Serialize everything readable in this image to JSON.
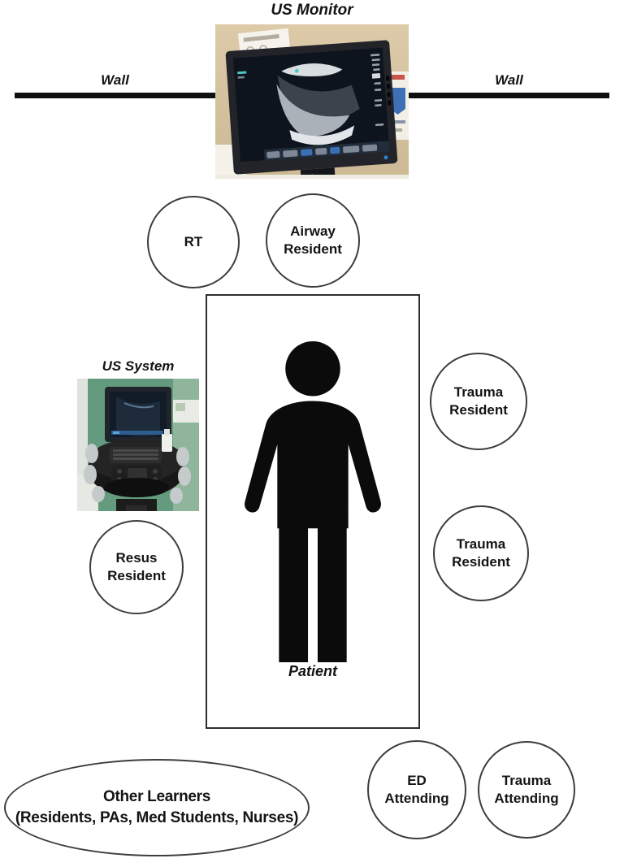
{
  "labels": {
    "us_monitor": "US Monitor",
    "wall_left": "Wall",
    "wall_right": "Wall",
    "us_system": "US System",
    "patient": "Patient"
  },
  "roles": [
    {
      "id": "rt",
      "line1": "RT",
      "line2": ""
    },
    {
      "id": "airway-resident",
      "line1": "Airway",
      "line2": "Resident"
    },
    {
      "id": "trauma-resident-upper",
      "line1": "Trauma",
      "line2": "Resident"
    },
    {
      "id": "trauma-resident-lower",
      "line1": "Trauma",
      "line2": "Resident"
    },
    {
      "id": "resus-resident",
      "line1": "Resus",
      "line2": "Resident"
    },
    {
      "id": "ed-attending",
      "line1": "ED",
      "line2": "Attending"
    },
    {
      "id": "trauma-attending",
      "line1": "Trauma",
      "line2": "Attending"
    }
  ],
  "other_learners": {
    "line1": "Other Learners",
    "line2": "(Residents, PAs, Med Students, Nurses)"
  },
  "icons": {
    "us_monitor_photo": "wall-mounted-ultrasound-monitor-photo",
    "us_system_photo": "ultrasound-cart-photo",
    "patient_figure": "person-silhouette"
  },
  "colors": {
    "wall_line": "#101010",
    "circle_border": "#3d3d3d",
    "silhouette": "#0b0b0b",
    "monitor_wall_bg": "#d7c5a2",
    "system_wall_bg": "#649a7e"
  }
}
